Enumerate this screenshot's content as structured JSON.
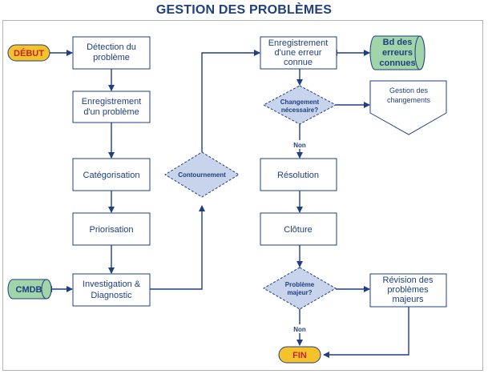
{
  "title": "GESTION DES PROBLÈMES",
  "nodes": {
    "debut": "DÉBUT",
    "fin": "FIN",
    "detection": [
      "Détection du",
      "problème"
    ],
    "enregistrement": [
      "Enregistrement",
      "d'un problème"
    ],
    "categorisation": [
      "Catégorisation"
    ],
    "priorisation": [
      "Priorisation"
    ],
    "investigation": [
      "Investigation &",
      "Diagnostic"
    ],
    "cmdb": "CMDB",
    "contournement": "Contournement",
    "enreg_erreur": [
      "Enregistrement",
      "d'une erreur",
      "connue"
    ],
    "bd_erreurs": [
      "Bd des",
      "erreurs",
      "connues"
    ],
    "changement": [
      "Changement",
      "nécessaire?"
    ],
    "gestion_changements": [
      "Gestion des",
      "changements"
    ],
    "resolution": [
      "Résolution"
    ],
    "cloture": [
      "Clôture"
    ],
    "probleme_majeur": [
      "Problème",
      "majeur?"
    ],
    "revision": [
      "Révision des",
      "problèmes",
      "majeurs"
    ]
  },
  "edge_labels": {
    "non_1": "Non",
    "non_2": "Non"
  },
  "colors": {
    "accent": "#1f3f80",
    "terminal": "#f6c22b",
    "terminal_text": "#c0262a",
    "database": "#9fd5a9",
    "decision": "#c7d4eb"
  }
}
